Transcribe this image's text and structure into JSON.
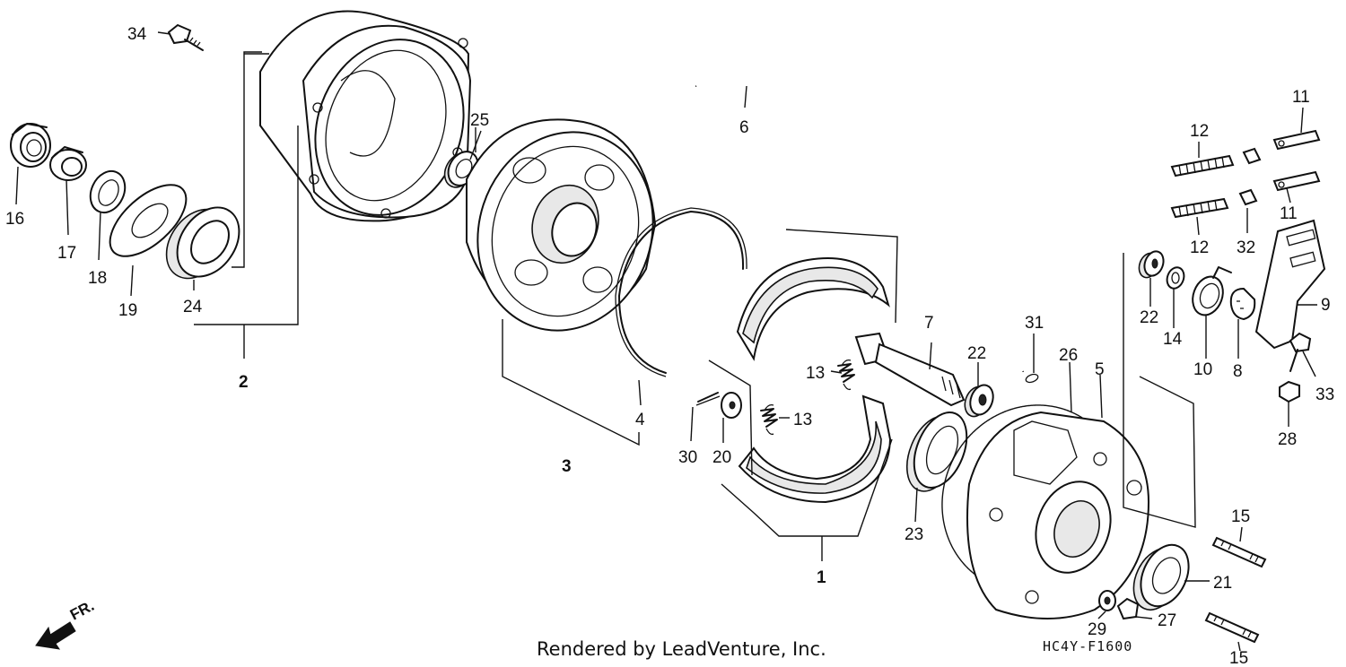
{
  "diagram": {
    "direction_label": "FR.",
    "credit": "Rendered by LeadVenture, Inc.",
    "drawing_code": "HC4Y-F1600",
    "callouts": [
      {
        "id": "c1",
        "text": "1",
        "bold": true
      },
      {
        "id": "c2",
        "text": "2",
        "bold": true
      },
      {
        "id": "c3",
        "text": "3",
        "bold": true
      },
      {
        "id": "c4",
        "text": "4"
      },
      {
        "id": "c5",
        "text": "5"
      },
      {
        "id": "c6",
        "text": "6"
      },
      {
        "id": "c7",
        "text": "7"
      },
      {
        "id": "c8",
        "text": "8"
      },
      {
        "id": "c9",
        "text": "9"
      },
      {
        "id": "c10",
        "text": "10"
      },
      {
        "id": "c11a",
        "text": "11"
      },
      {
        "id": "c11b",
        "text": "11"
      },
      {
        "id": "c12a",
        "text": "12"
      },
      {
        "id": "c12b",
        "text": "12"
      },
      {
        "id": "c13a",
        "text": "13"
      },
      {
        "id": "c13b",
        "text": "13"
      },
      {
        "id": "c14",
        "text": "14"
      },
      {
        "id": "c15a",
        "text": "15"
      },
      {
        "id": "c15b",
        "text": "15"
      },
      {
        "id": "c16",
        "text": "16"
      },
      {
        "id": "c17",
        "text": "17"
      },
      {
        "id": "c18",
        "text": "18"
      },
      {
        "id": "c19",
        "text": "19"
      },
      {
        "id": "c20",
        "text": "20"
      },
      {
        "id": "c21",
        "text": "21"
      },
      {
        "id": "c22a",
        "text": "22"
      },
      {
        "id": "c22b",
        "text": "22"
      },
      {
        "id": "c23",
        "text": "23"
      },
      {
        "id": "c24",
        "text": "24"
      },
      {
        "id": "c25",
        "text": "25"
      },
      {
        "id": "c26",
        "text": "26"
      },
      {
        "id": "c27",
        "text": "27"
      },
      {
        "id": "c28",
        "text": "28"
      },
      {
        "id": "c29",
        "text": "29"
      },
      {
        "id": "c30",
        "text": "30"
      },
      {
        "id": "c31",
        "text": "31"
      },
      {
        "id": "c32",
        "text": "32"
      },
      {
        "id": "c33",
        "text": "33"
      },
      {
        "id": "c34",
        "text": "34"
      }
    ]
  }
}
